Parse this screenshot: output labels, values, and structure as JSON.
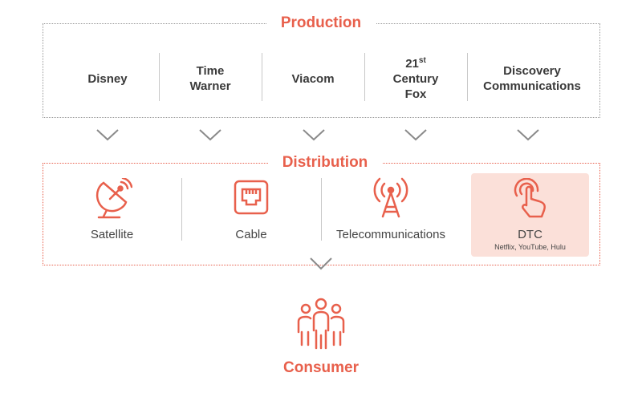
{
  "production": {
    "title": "Production",
    "companies": [
      {
        "line1": "Disney",
        "line2": "",
        "line3": ""
      },
      {
        "line1": "Time",
        "line2": "Warner",
        "line3": ""
      },
      {
        "line1": "Viacom",
        "line2": "",
        "line3": ""
      },
      {
        "line1": "21",
        "sup": "st",
        "line2": "Century",
        "line3": "Fox"
      },
      {
        "line1": "Discovery",
        "line2": "Communications",
        "line3": ""
      }
    ]
  },
  "distribution": {
    "title": "Distribution",
    "channels": [
      {
        "label": "Satellite",
        "icon": "satellite-dish-icon"
      },
      {
        "label": "Cable",
        "icon": "ethernet-port-icon"
      },
      {
        "label": "Telecommunications",
        "icon": "antenna-tower-icon"
      },
      {
        "label": "DTC",
        "sublabel": "Netflix, YouTube, Hulu",
        "icon": "touch-hand-icon"
      }
    ]
  },
  "consumer": {
    "label": "Consumer",
    "icon": "people-group-icon"
  },
  "colors": {
    "accent": "#e8604c",
    "highlight_bg": "#fbe0d9",
    "text": "#3a3a3a",
    "chevron": "#8a8a8a"
  }
}
